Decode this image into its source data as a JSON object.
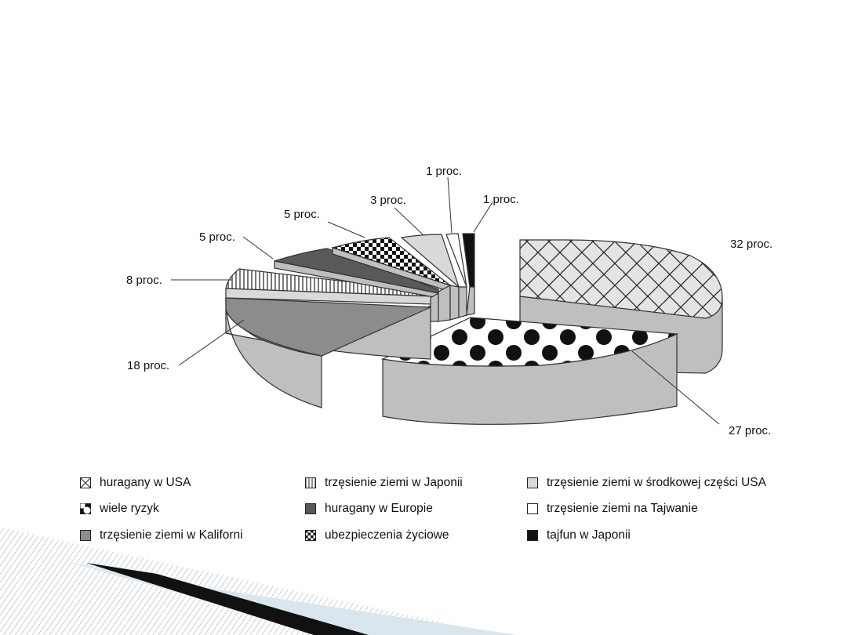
{
  "chart_data": {
    "type": "pie",
    "title": "",
    "value_suffix": " proc.",
    "slices": [
      {
        "label": "huragany w USA",
        "value": 32,
        "pattern": "crosshatch-light"
      },
      {
        "label": "trzęsienie ziemi w Japonii",
        "value": 8,
        "pattern": "vertical-lines"
      },
      {
        "label": "trzęsienie ziemi w środkowej części USA",
        "value": 3,
        "pattern": "light-gray"
      },
      {
        "label": "wiele ryzyk",
        "value": 27,
        "pattern": "dots-black"
      },
      {
        "label": "huragany w Europie",
        "value": 5,
        "pattern": "dark-gray"
      },
      {
        "label": "trzęsienie ziemi na Tajwanie",
        "value": 1,
        "pattern": "white"
      },
      {
        "label": "trzęsienie ziemi w Kaliforni",
        "value": 18,
        "pattern": "medium-gray"
      },
      {
        "label": "ubezpieczenia życiowe",
        "value": 5,
        "pattern": "checkerboard"
      },
      {
        "label": "tajfun w Japonii",
        "value": 1,
        "pattern": "black"
      }
    ],
    "data_labels": [
      "32 proc.",
      "27 proc.",
      "18 proc.",
      "8 proc.",
      "5 proc.",
      "5 proc.",
      "3 proc.",
      "1 proc.",
      "1 proc."
    ],
    "legend_placement": "bottom",
    "style": "3d-exploded"
  },
  "legend": [
    {
      "label": "huragany w USA",
      "icon": "crosshatch-square-icon"
    },
    {
      "label": "trzęsienie ziemi w Japonii",
      "icon": "vertical-lines-square-icon"
    },
    {
      "label": "trzęsienie ziemi w środkowej części USA",
      "icon": "light-gray-square-icon"
    },
    {
      "label": "wiele ryzyk",
      "icon": "dots-square-icon"
    },
    {
      "label": "huragany w Europie",
      "icon": "dark-gray-square-icon"
    },
    {
      "label": "trzęsienie ziemi na Tajwanie",
      "icon": "white-square-icon"
    },
    {
      "label": "trzęsienie ziemi w Kaliforni",
      "icon": "medium-gray-square-icon"
    },
    {
      "label": "ubezpieczenia życiowe",
      "icon": "checkerboard-square-icon"
    },
    {
      "label": "tajfun w Japonii",
      "icon": "black-square-icon"
    }
  ],
  "colors": {
    "side_gray": "#bfbfbf",
    "light_gray": "#d9d9d9",
    "medium_gray": "#8c8c8c",
    "dark_gray": "#595959",
    "black": "#111111",
    "decor_blue": "#d9e6ee"
  }
}
